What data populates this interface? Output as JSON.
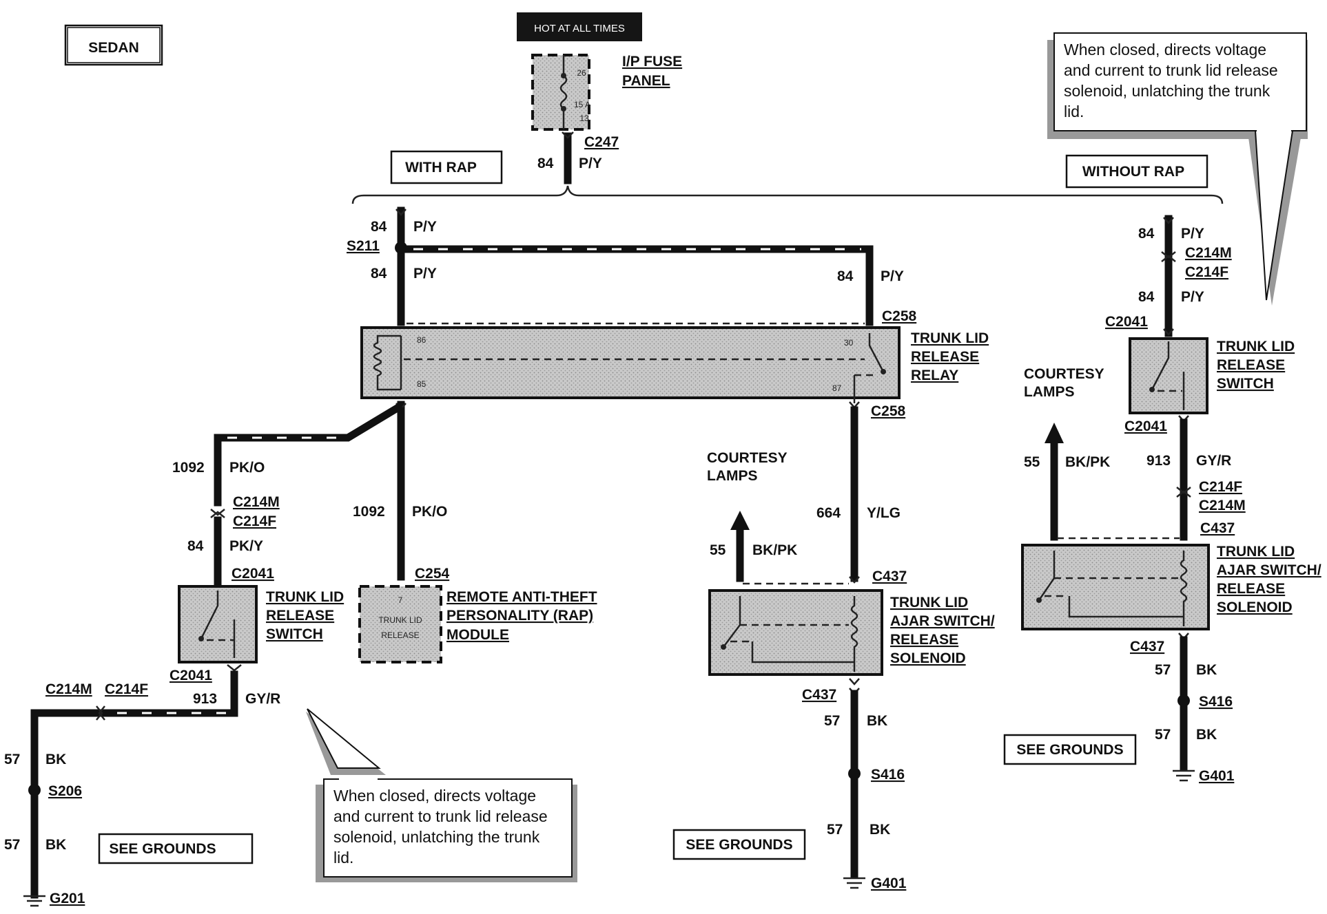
{
  "title": "SEDAN",
  "hot_label": "HOT AT ALL TIMES",
  "fuse_panel": {
    "line1": "I/P FUSE",
    "line2": "PANEL",
    "pin_top": "26",
    "rating": "15 A",
    "pin_bottom": "13"
  },
  "variants": {
    "with_rap": "WITH RAP",
    "without_rap": "WITHOUT RAP"
  },
  "wires": {
    "c84": "84",
    "py": "P/Y",
    "c1092": "1092",
    "pko": "PK/O",
    "pky": "PK/Y",
    "c913": "913",
    "gyr": "GY/R",
    "c57": "57",
    "bk": "BK",
    "c664": "664",
    "ylg": "Y/LG",
    "c55": "55",
    "bkpk": "BK/PK"
  },
  "connectors": {
    "c247": "C247",
    "s211": "S211",
    "c258": "C258",
    "c214m": "C214M",
    "c214f": "C214F",
    "c2041": "C2041",
    "c254": "C254",
    "c437": "C437",
    "s206": "S206",
    "s416": "S416",
    "g201": "G201",
    "g401": "G401"
  },
  "relay": {
    "line1": "TRUNK LID",
    "line2": "RELEASE",
    "line3": "RELAY",
    "p86": "86",
    "p85": "85",
    "p30": "30",
    "p87": "87"
  },
  "release_switch": {
    "line1": "TRUNK LID",
    "line2": "RELEASE",
    "line3": "SWITCH"
  },
  "rap_module": {
    "line1": "REMOTE ANTI-THEFT",
    "line2": "PERSONALITY (RAP)",
    "line3": "MODULE",
    "pin": "7",
    "inner1": "TRUNK LID",
    "inner2": "RELEASE"
  },
  "ajar_solenoid": {
    "line1": "TRUNK LID",
    "line2": "AJAR SWITCH/",
    "line3": "RELEASE",
    "line4": "SOLENOID"
  },
  "courtesy": {
    "line1": "COURTESY",
    "line2": "LAMPS"
  },
  "see_grounds": "SEE GROUNDS",
  "note": {
    "line1": "When  closed,  directs  voltage",
    "line2": "and current to trunk lid release",
    "line3": "solenoid,  unlatching  the  trunk",
    "line4": "lid."
  }
}
